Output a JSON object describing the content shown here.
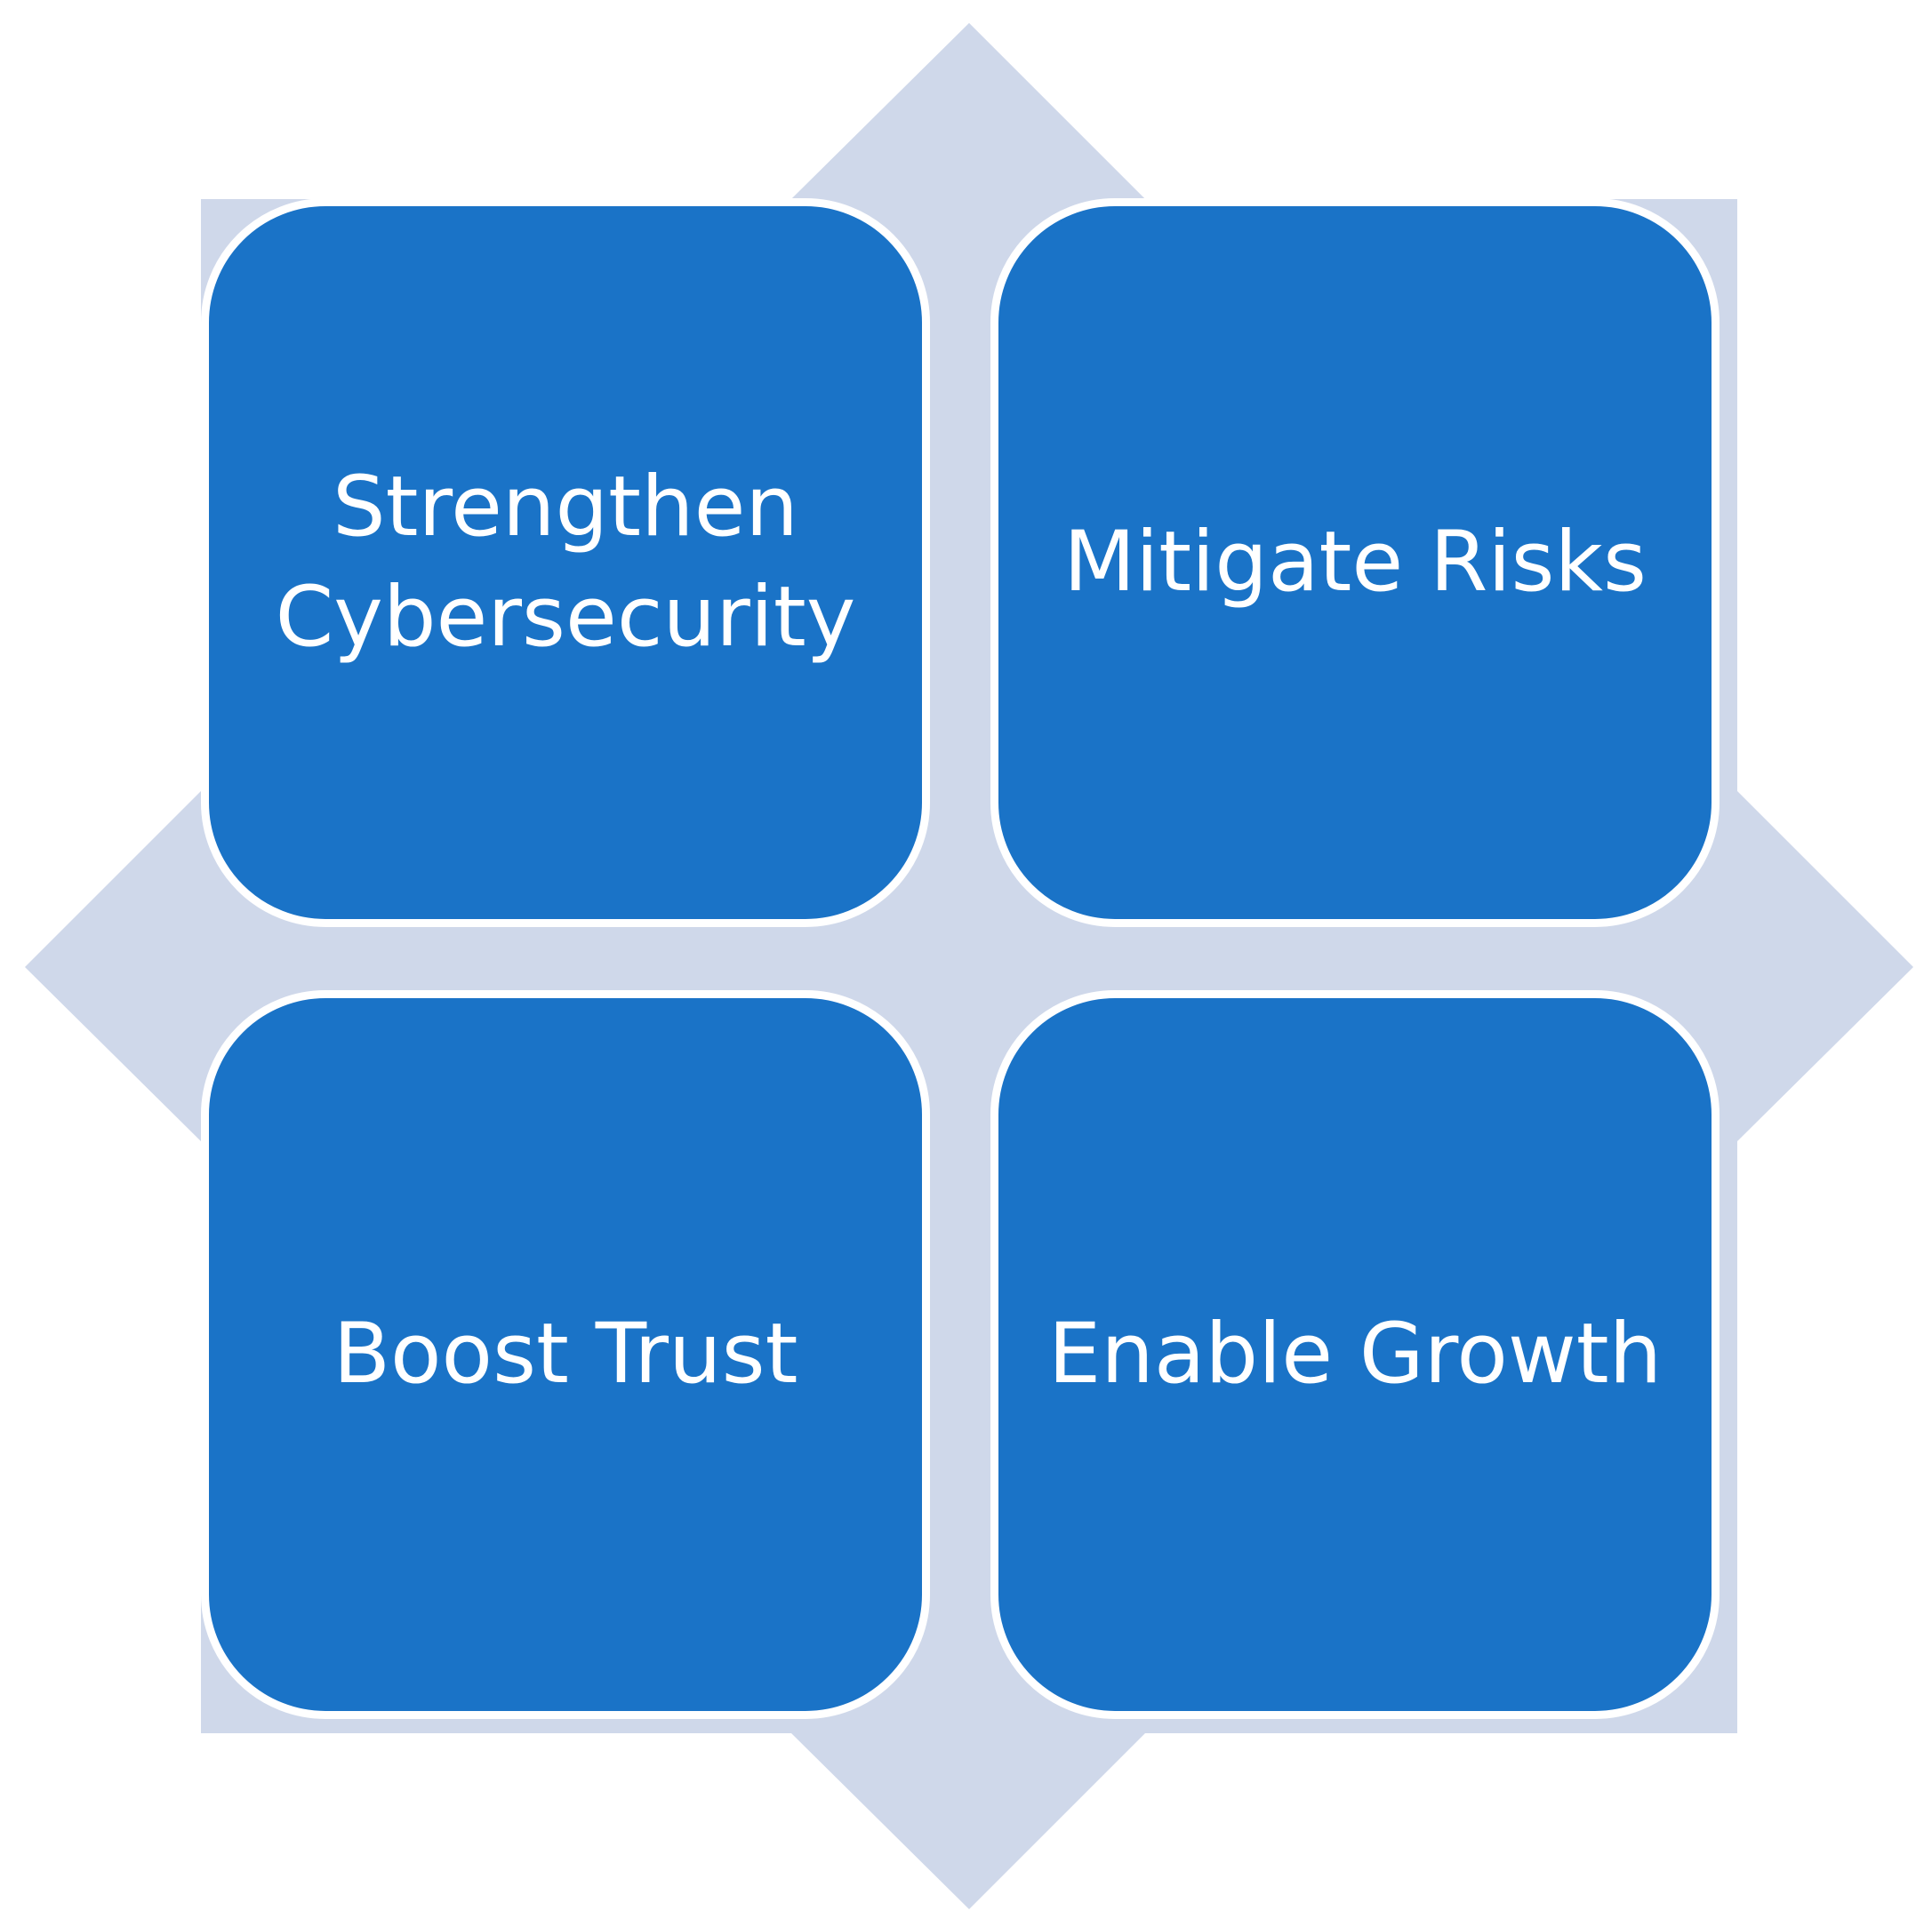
{
  "colors": {
    "background": "#ffffff",
    "arrow_fill": "#cfd8ea",
    "box_fill": "#1a73c7",
    "box_border": "#ffffff",
    "box_text": "#ffffff"
  },
  "quadrants": {
    "top_left": "Strengthen Cybersecurity",
    "top_right": "Mitigate Risks",
    "bottom_left": "Boost Trust",
    "bottom_right": "Enable Growth"
  }
}
